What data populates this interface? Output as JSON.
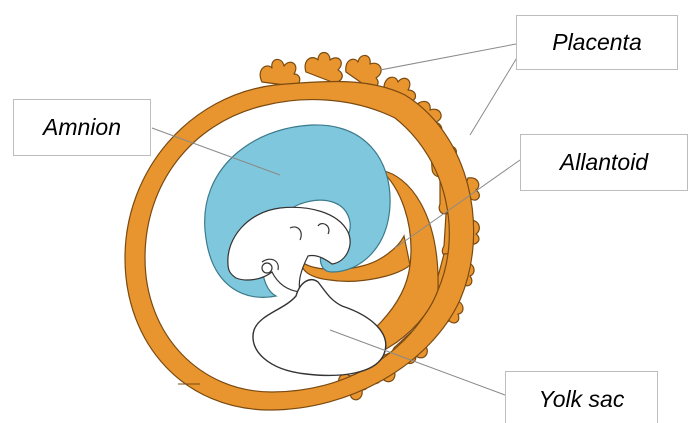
{
  "labels": {
    "placenta": "Placenta",
    "amnion": "Amnion",
    "allantoid": "Allantoid",
    "yolk_sac": "Yolk sac"
  },
  "colors": {
    "tissue_orange": "#e8952f",
    "tissue_outline": "#7a4a10",
    "amnion_fluid": "#7fc7dc",
    "leader_line": "#8a8a8a",
    "label_border": "#bdbdbd",
    "background": "#ffffff"
  }
}
